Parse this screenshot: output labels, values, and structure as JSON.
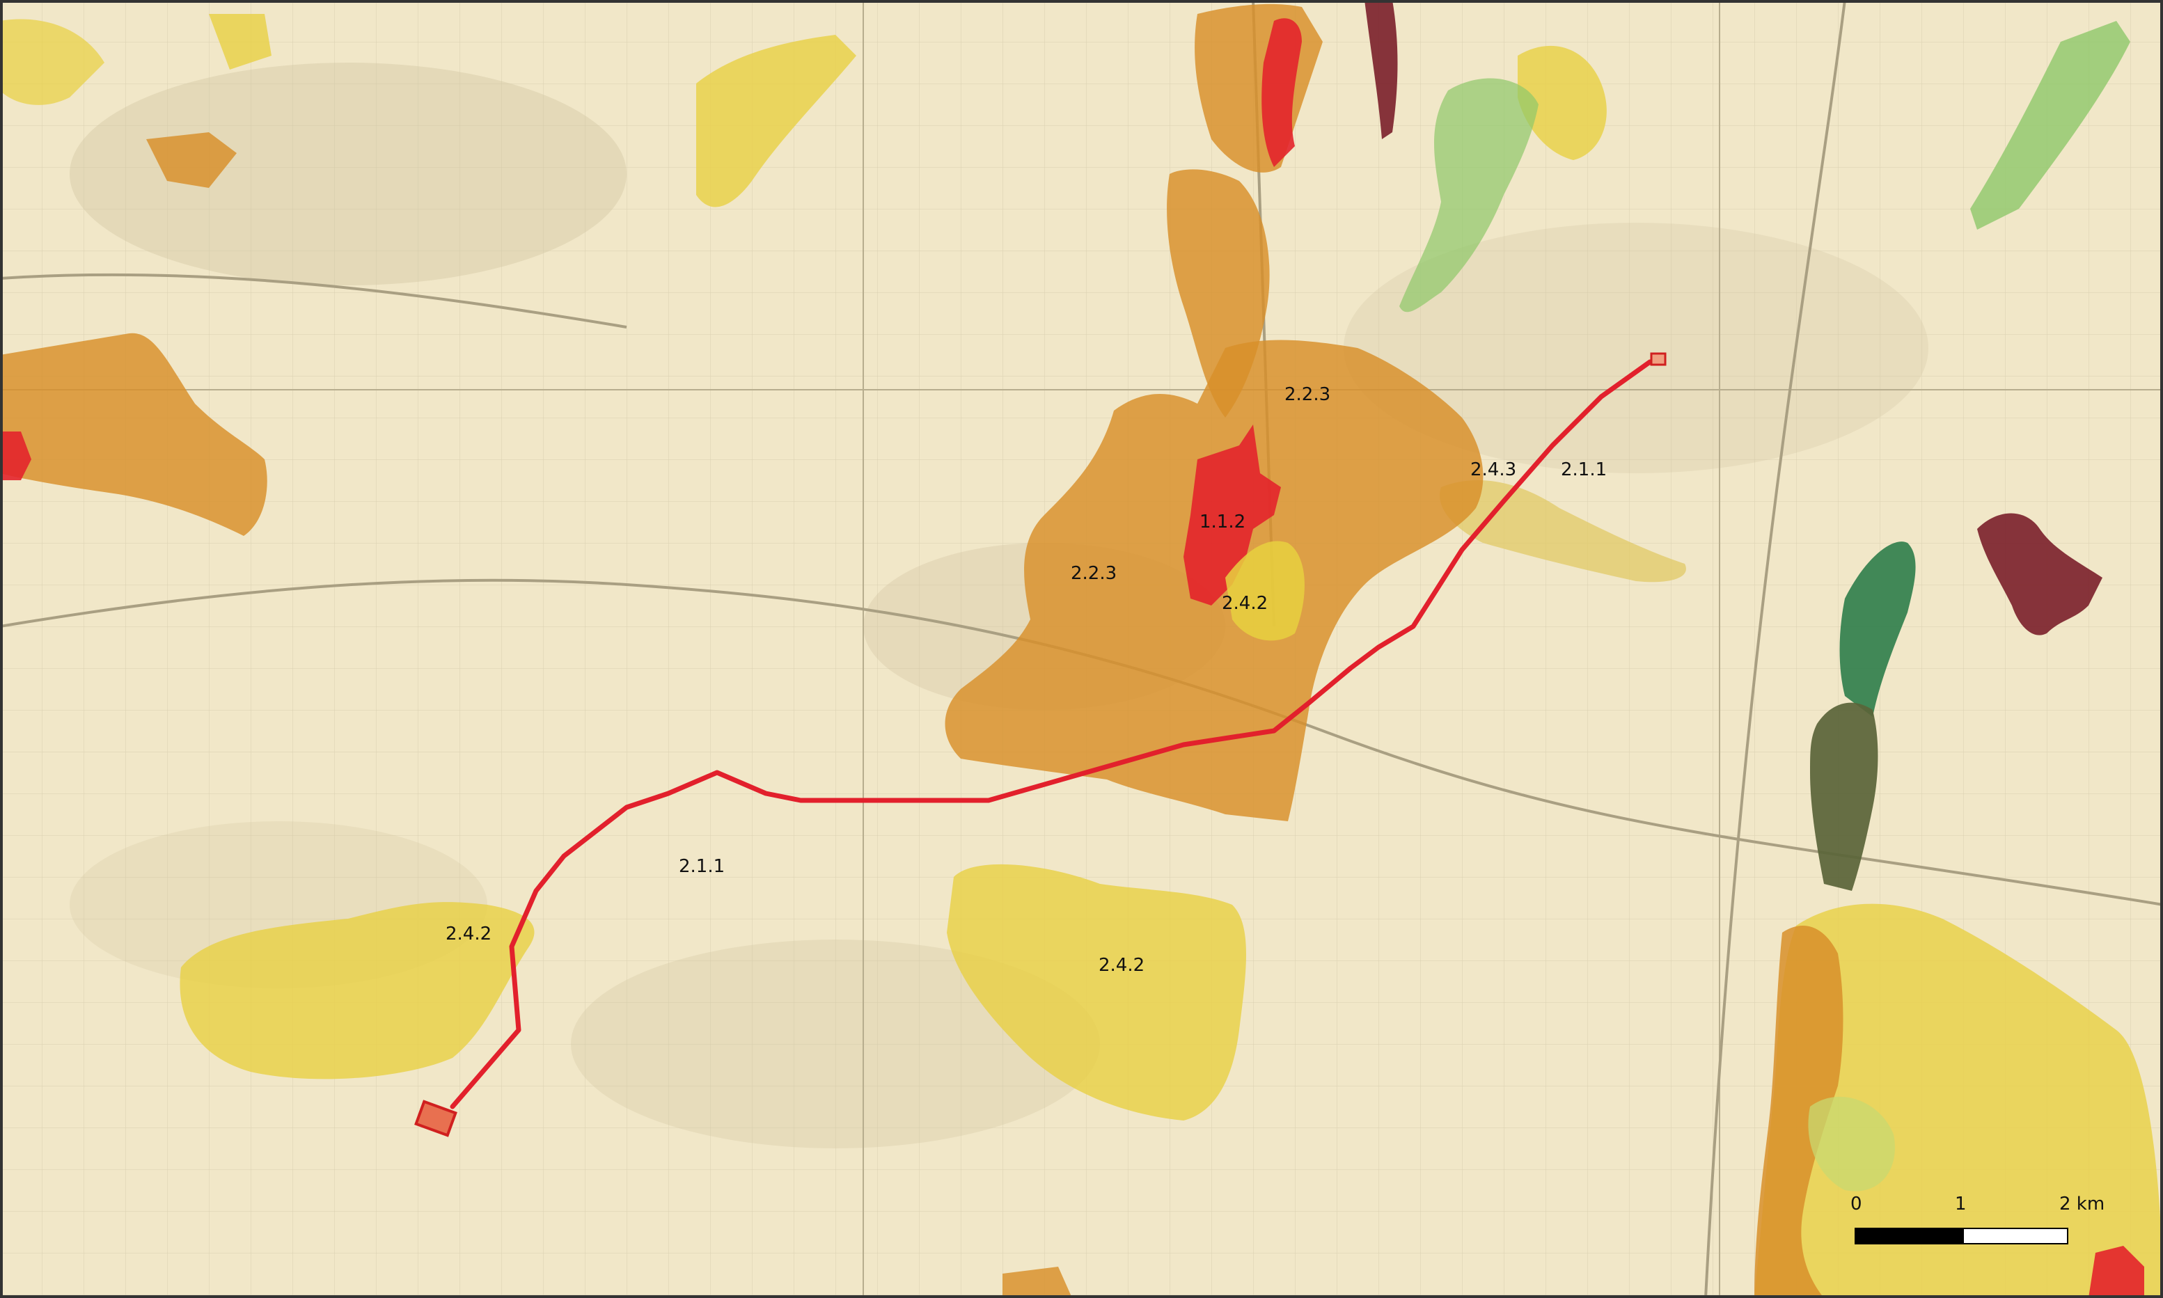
{
  "map": {
    "landcover_labels": [
      {
        "code": "2.2.3"
      },
      {
        "code": "2.4.3"
      },
      {
        "code": "2.1.1"
      },
      {
        "code": "1.1.2"
      },
      {
        "code": "2.2.3"
      },
      {
        "code": "2.4.2"
      },
      {
        "code": "2.1.1"
      },
      {
        "code": "2.4.2"
      },
      {
        "code": "2.4.2"
      }
    ],
    "scale_bar": {
      "tick_0": "0",
      "tick_1": "1",
      "tick_2": "2 km"
    },
    "colors": {
      "paper": "#f1e7c8",
      "class_112": "#e3242b",
      "class_211": "#f0dd4a",
      "class_223": "#d88f2a",
      "class_242": "#e8d040",
      "class_243": "#e0c860",
      "class_forest": "#2e7d4a",
      "class_shrub": "#8fc86a",
      "class_olive": "#5a6438",
      "class_vineyard": "#7a1f2a",
      "route": "#e2202c"
    }
  }
}
